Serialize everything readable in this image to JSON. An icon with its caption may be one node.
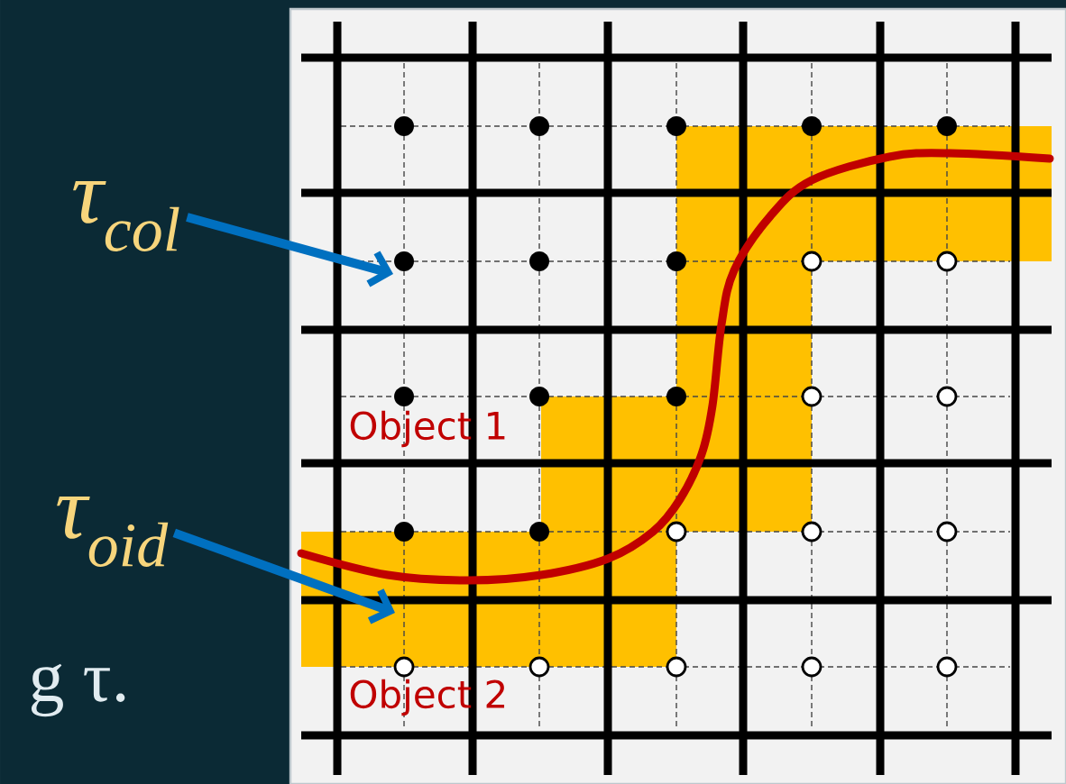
{
  "diagram": {
    "nodes": [
      {
        "text": [
          "τ$_{col}$"
        ]
      },
      {
        "text": [
          "τ$_{oid}$"
        ]
      }
    ],
    "edges": [
      {
        "from": 0,
        "to": null,
        "arrow": "to"
      },
      {
        "from": 1,
        "to": null,
        "arrow": "to"
      }
    ],
    "labels": [
      "Object 1",
      "Object 2",
      "g τ."
    ]
  }
}
